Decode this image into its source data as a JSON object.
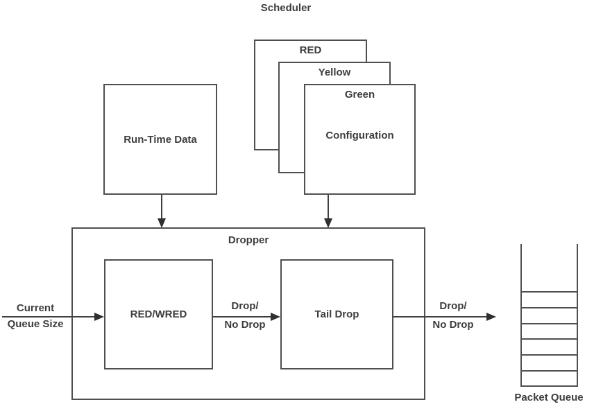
{
  "colors": {
    "background": "#ffffff",
    "line": "#4f4f4f",
    "arrow": "#2f2f2f",
    "text": "#3d3d3d"
  },
  "scheduler": {
    "label": "Scheduler"
  },
  "config_stack": {
    "red": {
      "label": "RED"
    },
    "yellow": {
      "label": "Yellow"
    },
    "green": {
      "label": "Green",
      "body": "Configuration"
    }
  },
  "runtime": {
    "label": "Run-Time Data"
  },
  "dropper": {
    "label": "Dropper",
    "red_wred": {
      "label": "RED/WRED"
    },
    "tail_drop": {
      "label": "Tail Drop"
    }
  },
  "flows": {
    "input": {
      "line1": "Current",
      "line2": "Queue Size"
    },
    "between": {
      "line1": "Drop/",
      "line2": "No Drop"
    },
    "output": {
      "line1": "Drop/",
      "line2": "No Drop"
    }
  },
  "packet_queue": {
    "label": "Packet Queue",
    "slot_count": 6
  }
}
